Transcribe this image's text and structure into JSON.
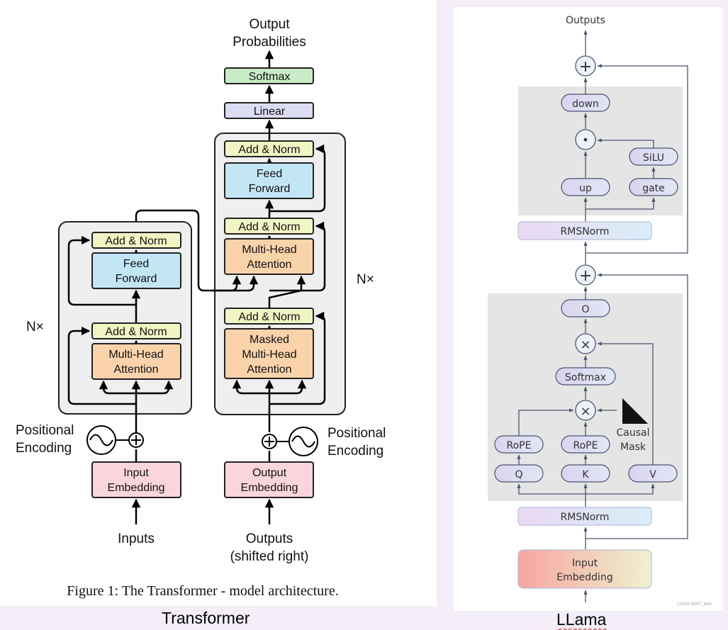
{
  "transformer": {
    "caption_label": "Transformer",
    "figure_caption": "Figure 1: The Transformer - model architecture.",
    "output_probabilities": [
      "Output",
      "Probabilities"
    ],
    "softmax": "Softmax",
    "linear": "Linear",
    "nx": "N×",
    "encoder": {
      "add_norm_top": "Add & Norm",
      "feed_forward": [
        "Feed",
        "Forward"
      ],
      "add_norm_bottom": "Add & Norm",
      "attention": [
        "Multi-Head",
        "Attention"
      ],
      "embedding": [
        "Input",
        "Embedding"
      ],
      "positional_encoding": [
        "Positional",
        "Encoding"
      ],
      "input_label": "Inputs"
    },
    "decoder": {
      "add_norm_top": "Add & Norm",
      "feed_forward": [
        "Feed",
        "Forward"
      ],
      "add_norm_mid": "Add & Norm",
      "cross_attention": [
        "Multi-Head",
        "Attention"
      ],
      "add_norm_bottom": "Add & Norm",
      "masked_attention": [
        "Masked",
        "Multi-Head",
        "Attention"
      ],
      "embedding": [
        "Output",
        "Embedding"
      ],
      "positional_encoding": [
        "Positional",
        "Encoding"
      ],
      "input_label": [
        "Outputs",
        "(shifted right)"
      ]
    }
  },
  "llama": {
    "caption_label": "LLama",
    "outputs": "Outputs",
    "down": "down",
    "silu": "SiLU",
    "up": "up",
    "gate": "gate",
    "rmsnorm_ffn": "RMSNorm",
    "o": "O",
    "softmax": "Softmax",
    "rope_q": "RoPE",
    "rope_k": "RoPE",
    "q": "Q",
    "k": "K",
    "v": "V",
    "causal_mask": [
      "Causal",
      "Mask"
    ],
    "rmsnorm_attn": "RMSNorm",
    "input_embedding": [
      "Input",
      "Embedding"
    ],
    "watermark": "CSDN @BIT_666",
    "symbols": {
      "add": "+",
      "dot": "•",
      "mul": "×"
    }
  },
  "colors": {
    "add_norm": "#f1f4c3",
    "feed_forward": "#c3e6f5",
    "attention": "#fbd3ab",
    "embedding": "#fbd5dd",
    "softmax": "#c8ecc7",
    "linear": "#dcdcf3",
    "llama_pill": "#dcd9ef",
    "llama_block_bg": "#e5e5e5"
  }
}
